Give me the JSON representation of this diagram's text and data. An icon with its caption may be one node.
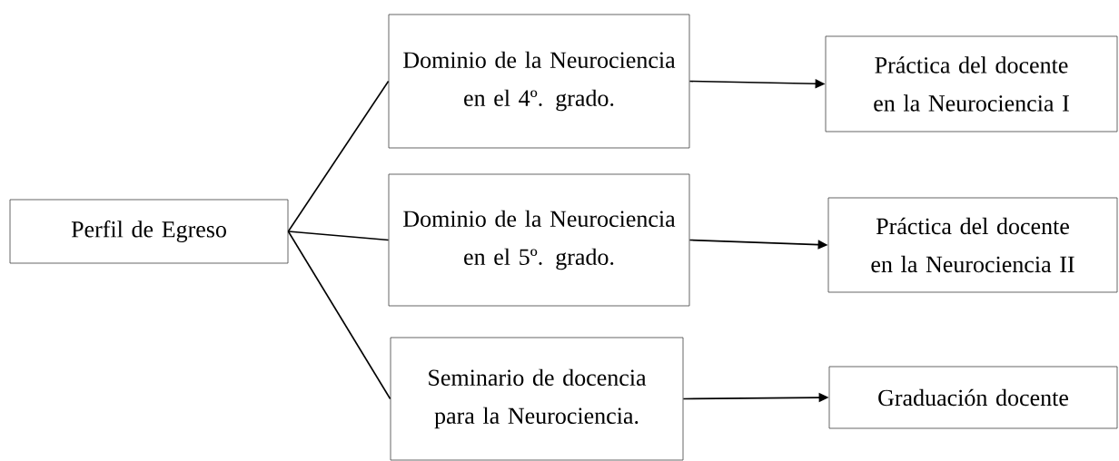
{
  "diagram": {
    "nodes": [
      {
        "text": [
          "Perfil de Egreso"
        ]
      },
      {
        "text": [
          "Dominio de la Neurociencia en el 4º. grado."
        ]
      },
      {
        "text": [
          "Dominio de la Neurociencia en el 5º. grado."
        ]
      },
      {
        "text": [
          "Seminario de docencia para la Neurociencia."
        ]
      },
      {
        "text": [
          "Práctica del docente en la Neurociencia I"
        ]
      },
      {
        "text": [
          "Práctica del docente en la Neurociencia II"
        ]
      },
      {
        "text": [
          "Graduación docente"
        ]
      }
    ],
    "edges": [
      {
        "from": 0,
        "to": 1,
        "arrow": "none"
      },
      {
        "from": 0,
        "to": 2,
        "arrow": "none"
      },
      {
        "from": 0,
        "to": 3,
        "arrow": "none"
      },
      {
        "from": 1,
        "to": 4,
        "arrow": "to"
      },
      {
        "from": 2,
        "to": 5,
        "arrow": "to"
      },
      {
        "from": 3,
        "to": 6,
        "arrow": "to"
      }
    ]
  }
}
